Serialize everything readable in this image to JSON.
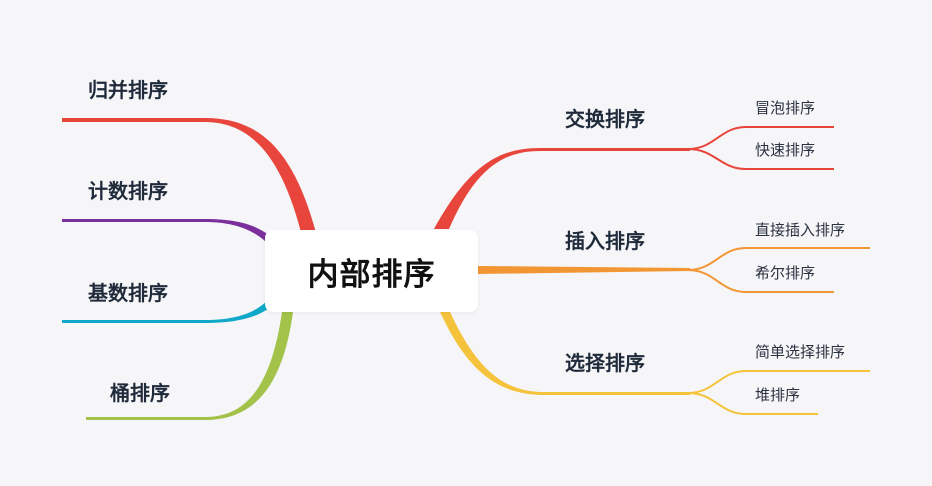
{
  "center": {
    "label": "内部排序"
  },
  "left_branches": [
    {
      "label": "归并排序",
      "color": "#e8453c"
    },
    {
      "label": "计数排序",
      "color": "#7b2f9b"
    },
    {
      "label": "基数排序",
      "color": "#0fa8c9"
    },
    {
      "label": "桶排序",
      "color": "#a3c24a"
    }
  ],
  "right_branches": [
    {
      "label": "交换排序",
      "color": "#e8453c",
      "children": [
        "冒泡排序",
        "快速排序"
      ]
    },
    {
      "label": "插入排序",
      "color": "#f29533",
      "children": [
        "直接插入排序",
        "希尔排序"
      ]
    },
    {
      "label": "选择排序",
      "color": "#f5c33b",
      "children": [
        "简单选择排序",
        "堆排序"
      ]
    }
  ]
}
